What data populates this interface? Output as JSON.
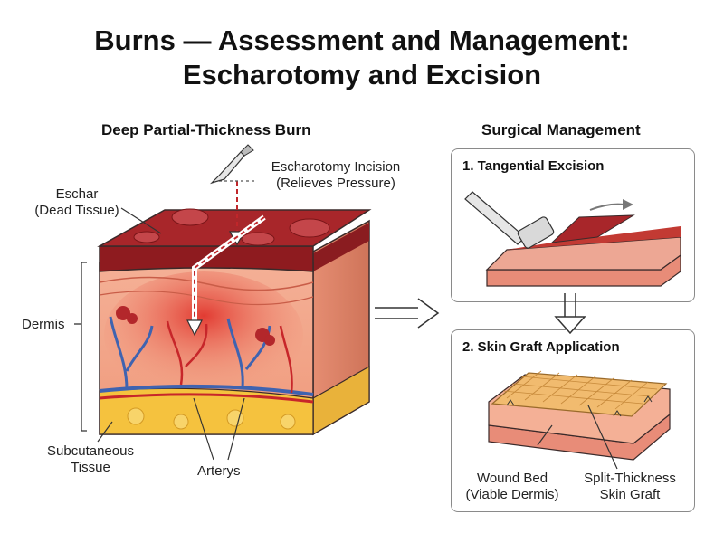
{
  "title_line1": "Burns — Assessment and Management:",
  "title_line2": "Escharotomy and Excision",
  "left": {
    "heading": "Deep Partial-Thickness Burn",
    "eschar_label_1": "Eschar",
    "eschar_label_2": "(Dead Tissue)",
    "incision_label_1": "Escharotomy Incision",
    "incision_label_2": "(Relieves Pressure)",
    "dermis_label": "Dermis",
    "subcut_label_1": "Subcutaneous",
    "subcut_label_2": "Tissue",
    "artery_label": "Arterys"
  },
  "right": {
    "heading": "Surgical Management",
    "step1_title": "1. Tangential Excision",
    "step2_title": "2. Skin Graft Application",
    "wound_label_1": "Wound Bed",
    "wound_label_2": "(Viable Dermis)",
    "graft_label_1": "Split-Thickness",
    "graft_label_2": "Skin Graft"
  },
  "colors": {
    "eschar": "#8e1b1f",
    "dermis": "#f2a487",
    "burn_zone": "#e0463b",
    "subcut": "#f6c541",
    "vein": "#3f63b0",
    "graft": "#f1bb6f"
  }
}
